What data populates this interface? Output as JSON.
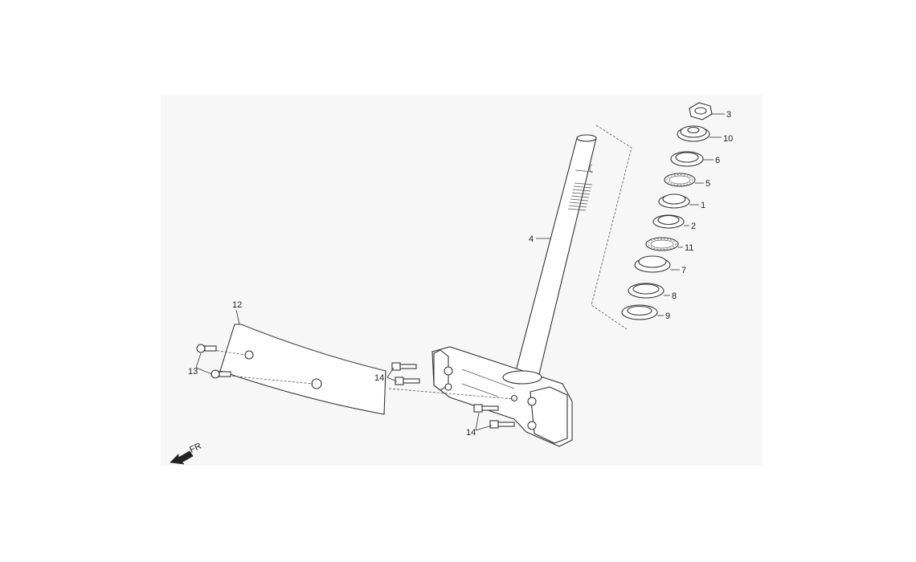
{
  "labels": {
    "p1": "1",
    "p2": "2",
    "p3": "3",
    "p4": "4",
    "p5": "5",
    "p6": "6",
    "p7": "7",
    "p8": "8",
    "p9": "9",
    "p10": "10",
    "p11": "11",
    "p12": "12",
    "p13": "13",
    "p14a": "14",
    "p14b": "14"
  },
  "direction": {
    "text": "FR"
  },
  "colors": {
    "background": "#ffffff",
    "panel": "#f7f7f7",
    "line": "#333333"
  }
}
